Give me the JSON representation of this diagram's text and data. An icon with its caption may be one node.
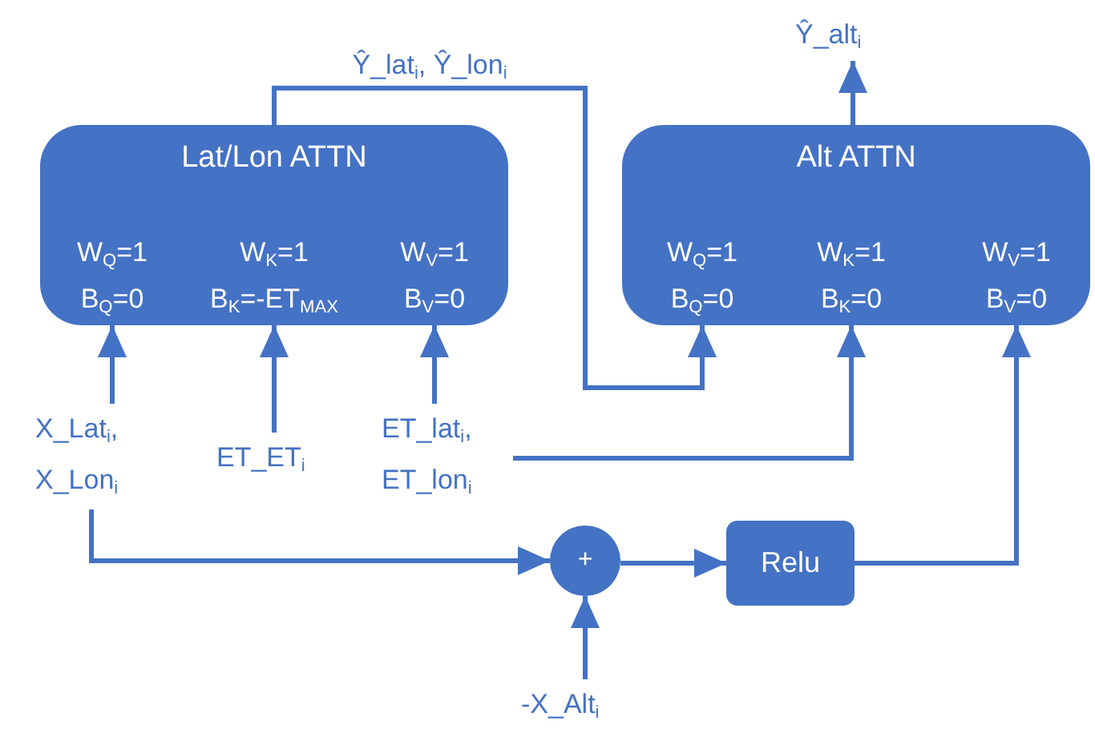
{
  "diagram": {
    "nodes": [
      {
        "text": [
          "Lat/Lon ATTN"
        ]
      },
      {
        "text": [
          "W$_{Q}$=1 B$_{Q}$=0"
        ],
        "in": 0
      },
      {
        "text": [
          "W$_{K}$=1 B$_{K}$=-ET$_{MAX}$"
        ],
        "in": 0
      },
      {
        "text": [
          "W$_{V}$=1 B$_{V}$=0"
        ],
        "in": 0
      },
      {
        "text": [
          "Alt ATTN"
        ]
      },
      {
        "text": [
          "W$_{Q}$=1 B$_{Q}$=0"
        ],
        "in": 4
      },
      {
        "text": [
          "W$_{K}$=1 B$_{K}$=0"
        ],
        "in": 4
      },
      {
        "text": [
          "W$_{V}$=1 B$_{V}$=0"
        ],
        "in": 4
      },
      {
        "text": [
          "X_Lat$_{i}$, X_Lon$_{i}$"
        ]
      },
      {
        "text": [
          "ET_ET$_{i}$"
        ]
      },
      {
        "text": [
          "ET_lat$_{i}$, ET_lon$_{i}$"
        ]
      },
      {
        "text": [
          "Ŷ_alt$_{i}$"
        ]
      },
      {
        "text": [
          "+"
        ]
      },
      {
        "text": [
          "Relu"
        ]
      },
      {
        "text": [
          "-X_Alt$_{i}$"
        ]
      }
    ],
    "edges": [
      {
        "from": 8,
        "to": 1,
        "arrow": "to"
      },
      {
        "from": 9,
        "to": 2,
        "arrow": "to"
      },
      {
        "from": 10,
        "to": 3,
        "arrow": "to"
      },
      {
        "from": 0,
        "to": 5,
        "arrow": "to",
        "label": "Ŷ_lat$_{i}$,  Ŷ_lon$_{i}$"
      },
      {
        "from": 10,
        "to": 6,
        "arrow": "to"
      },
      {
        "from": 4,
        "to": 11,
        "arrow": "to"
      },
      {
        "from": 8,
        "to": 12,
        "arrow": "to"
      },
      {
        "from": 14,
        "to": 12,
        "arrow": "to"
      },
      {
        "from": 12,
        "to": 13,
        "arrow": "to"
      },
      {
        "from": 13,
        "to": 7,
        "arrow": "to"
      }
    ]
  }
}
